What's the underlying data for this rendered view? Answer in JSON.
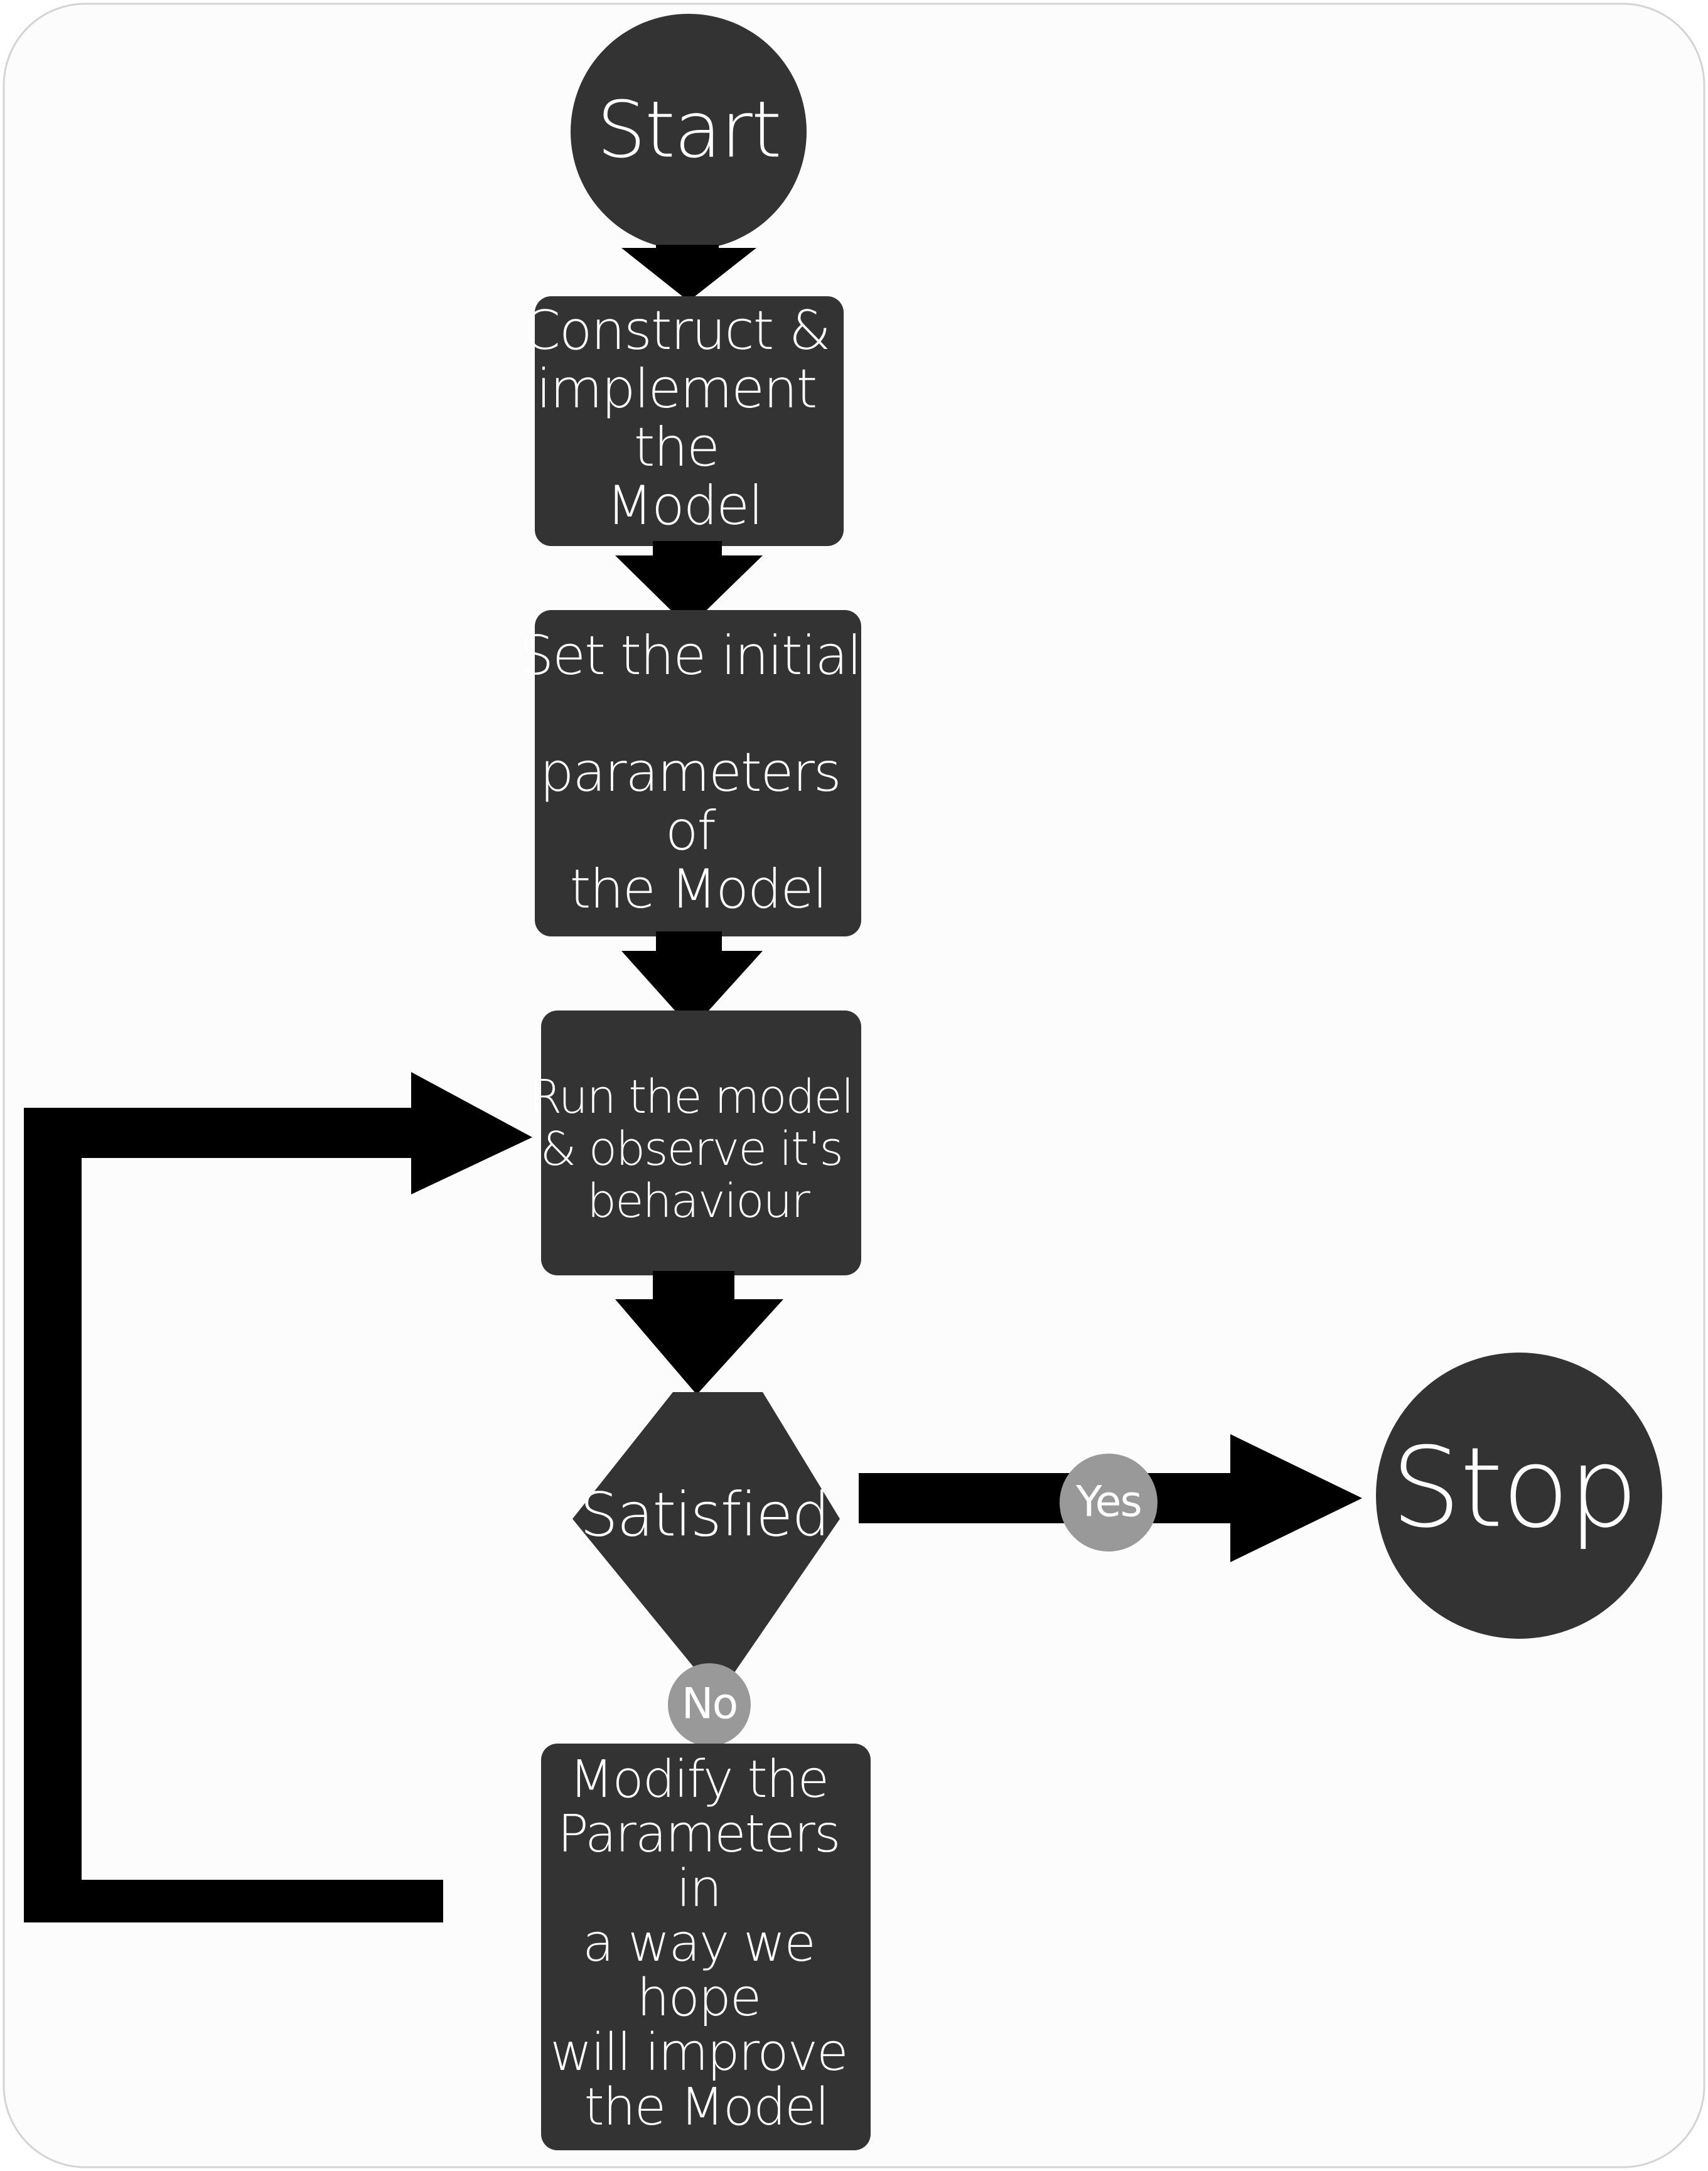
{
  "flowchart": {
    "start": "Start",
    "stop": "Stop",
    "construct": [
      "Construct &",
      "implement",
      "the",
      "Model"
    ],
    "set_initial": [
      "Set the initial",
      "",
      "parameters",
      "of",
      "the Model"
    ],
    "run": [
      "Run the model",
      "& observe it's",
      "behaviour"
    ],
    "decision": "Satisfied",
    "yes": "Yes",
    "no": "No",
    "modify": [
      "Modify the",
      "Parameters",
      "in",
      "a way we",
      "hope",
      "will improve",
      "the Model"
    ]
  }
}
